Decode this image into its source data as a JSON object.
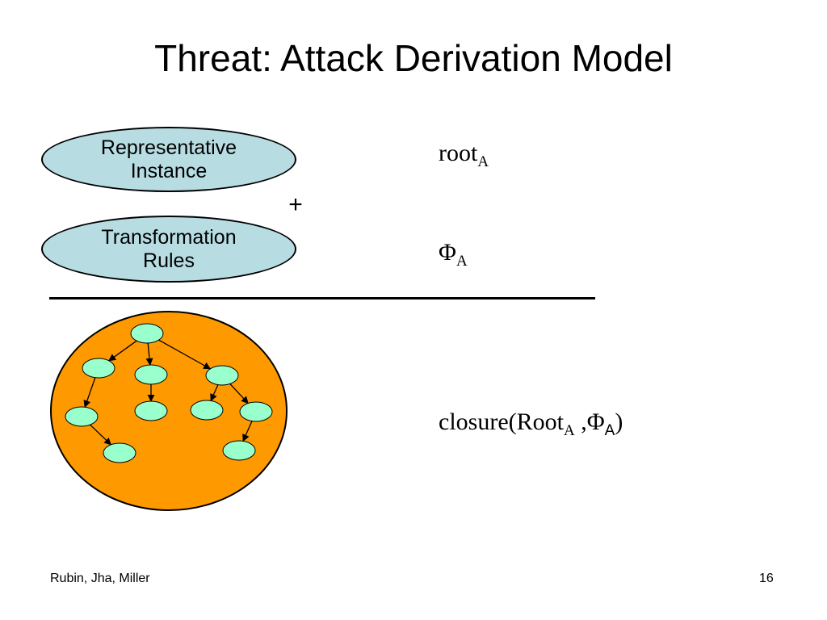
{
  "slide": {
    "title": "Threat: Attack Derivation Model",
    "ellipse_representative": {
      "line1": "Representative",
      "line2": "Instance"
    },
    "plus": "+",
    "ellipse_transformation": {
      "line1": "Transformation",
      "line2": "Rules"
    },
    "root_label": {
      "base": "root",
      "sub": "A"
    },
    "phi_label": {
      "base": "Φ",
      "sub": "A"
    },
    "closure_label": {
      "prefix": "closure(Root",
      "sub1": "A",
      "mid": " ,Φ",
      "sub2": "A",
      "suffix": ")"
    },
    "footer_left": "Rubin, Jha, Miller",
    "footer_right": "16"
  },
  "colors": {
    "ellipse_fill": "#b7dde3",
    "circle_fill": "#ff9900",
    "node_fill": "#99ffcc",
    "stroke": "#000000"
  },
  "tree": {
    "nodes": [
      "n0",
      "n1",
      "n2",
      "n3",
      "n4",
      "n5",
      "n6",
      "n7",
      "n8",
      "n9"
    ],
    "edges": [
      [
        "n0",
        "n1"
      ],
      [
        "n0",
        "n2"
      ],
      [
        "n0",
        "n3"
      ],
      [
        "n1",
        "n4"
      ],
      [
        "n2",
        "n5"
      ],
      [
        "n3",
        "n6"
      ],
      [
        "n3",
        "n7"
      ],
      [
        "n4",
        "n8"
      ],
      [
        "n7",
        "n9"
      ]
    ]
  }
}
